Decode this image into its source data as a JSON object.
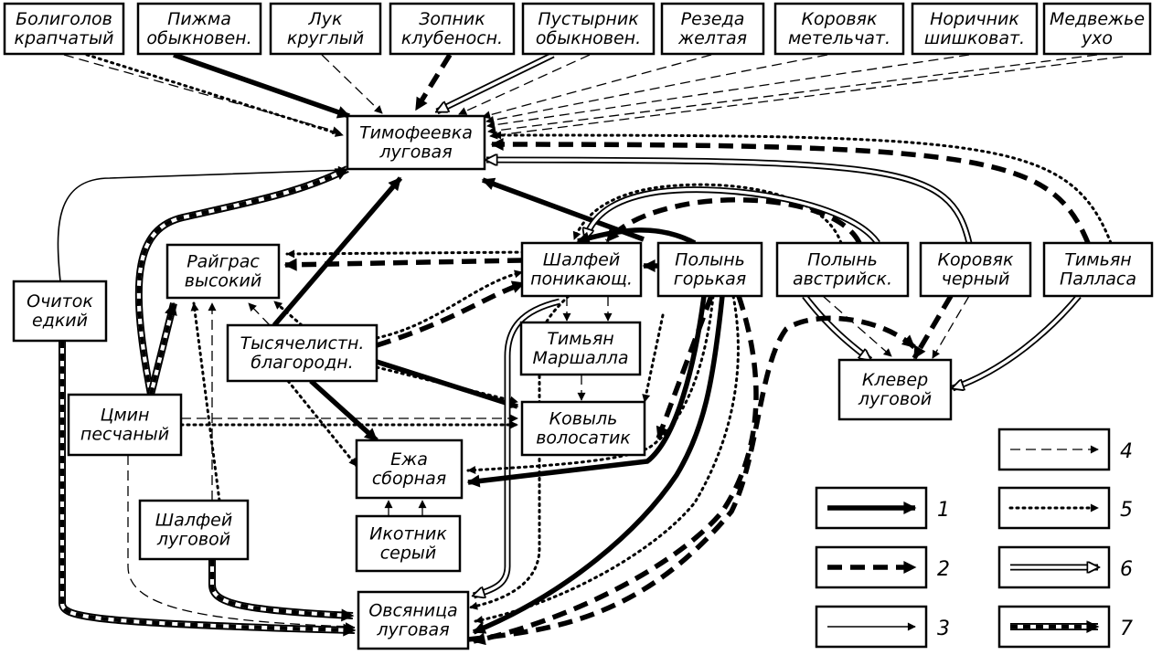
{
  "nodes": {
    "boligolov": [
      "Болиголов",
      "крапчатый"
    ],
    "pizhma": [
      "Пижма",
      "обыкновен."
    ],
    "luk": [
      "Лук",
      "круглый"
    ],
    "zopnik": [
      "Зопник",
      "клубеносн."
    ],
    "pustyrnik": [
      "Пустырник",
      "обыкновен."
    ],
    "rezeda": [
      "Резеда",
      "желтая"
    ],
    "korovyak_met": [
      "Коровяк",
      "метельчат."
    ],
    "norichnik": [
      "Норичник",
      "шишковат."
    ],
    "medvezhe": [
      "Медвежье",
      "ухо"
    ],
    "timofeevka": [
      "Тимофеевка",
      "луговая"
    ],
    "raigras": [
      "Райграс",
      "высокий"
    ],
    "ochitok": [
      "Очиток",
      "едкий"
    ],
    "shalfei_pon": [
      "Шалфей",
      "поникающ."
    ],
    "polyn_gor": [
      "Полынь",
      "горькая"
    ],
    "polyn_avs": [
      "Полынь",
      "австрийск."
    ],
    "korovyak_cher": [
      "Коровяк",
      "черный"
    ],
    "timyan_pal": [
      "Тимьян",
      "Палласа"
    ],
    "tysyach": [
      "Тысячелистн.",
      "благородн."
    ],
    "timyan_mar": [
      "Тимьян",
      "Маршалла"
    ],
    "klever": [
      "Клевер",
      "луговой"
    ],
    "tsmin": [
      "Цмин",
      "песчаный"
    ],
    "kovyl": [
      "Ковыль",
      "волосатик"
    ],
    "ezha": [
      "Ежа",
      "сборная"
    ],
    "shalfei_lug": [
      "Шалфей",
      "луговой"
    ],
    "ikotnik": [
      "Икотник",
      "серый"
    ],
    "ovsyanitsa": [
      "Овсяница",
      "луговая"
    ]
  },
  "legend": {
    "item1": "1",
    "item2": "2",
    "item3": "3",
    "item4": "4",
    "item5": "5",
    "item6": "6",
    "item7": "7"
  }
}
